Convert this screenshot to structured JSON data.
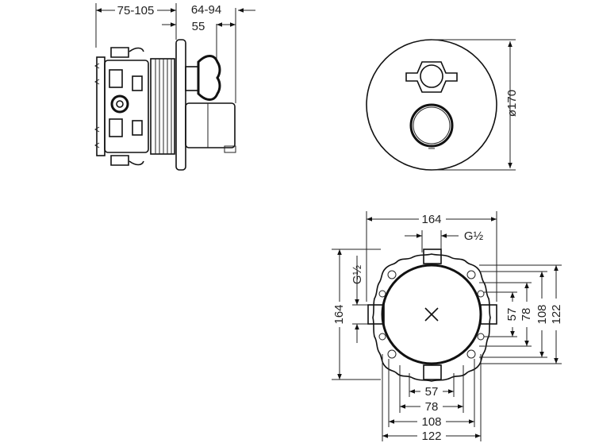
{
  "side_view": {
    "dim_depth_range": "75-105",
    "dim_projection_range": "64-94",
    "dim_fixed": "55"
  },
  "front_view": {
    "dim_diameter": "ø170"
  },
  "rear_view": {
    "dim_width": "164",
    "dim_height": "164",
    "dim_thread_top": "G½",
    "dim_thread_side": "G½",
    "dim_v_57": "57",
    "dim_v_78": "78",
    "dim_v_108": "108",
    "dim_v_122": "122",
    "dim_h_57": "57",
    "dim_h_78": "78",
    "dim_h_108": "108",
    "dim_h_122": "122"
  },
  "colors": {
    "line": "#111111",
    "background": "#ffffff"
  }
}
